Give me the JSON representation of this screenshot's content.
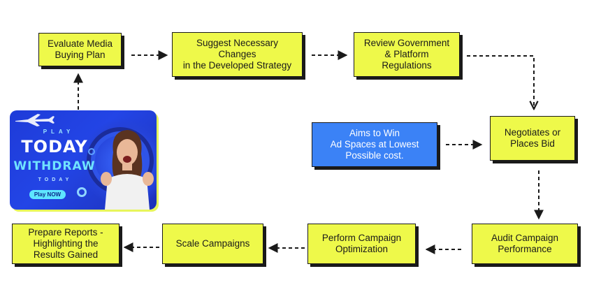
{
  "steps": {
    "evaluate": "Evaluate Media\nBuying Plan",
    "suggest": "Suggest Necessary\nChanges\nin the Developed Strategy",
    "review": "Review Government\n& Platform\nRegulations",
    "aims": "Aims to Win\nAd Spaces at Lowest\nPossible cost.",
    "negotiate": "Negotiates or\nPlaces Bid",
    "audit": "Audit Campaign\nPerformance",
    "optimize": "Perform Campaign\nOptimization",
    "scale": "Scale Campaigns",
    "reports": "Prepare Reports -\nHighlighting the\nResults Gained"
  },
  "banner": {
    "play": "PLAY",
    "today": "TODAY",
    "withdraw": "WITHDRAW",
    "today_small": "TODAY",
    "button": "Play NOW"
  },
  "colors": {
    "box_fill": "#eef94a",
    "highlight_box_fill": "#3b82f6",
    "arrow": "#1a1a1a"
  }
}
